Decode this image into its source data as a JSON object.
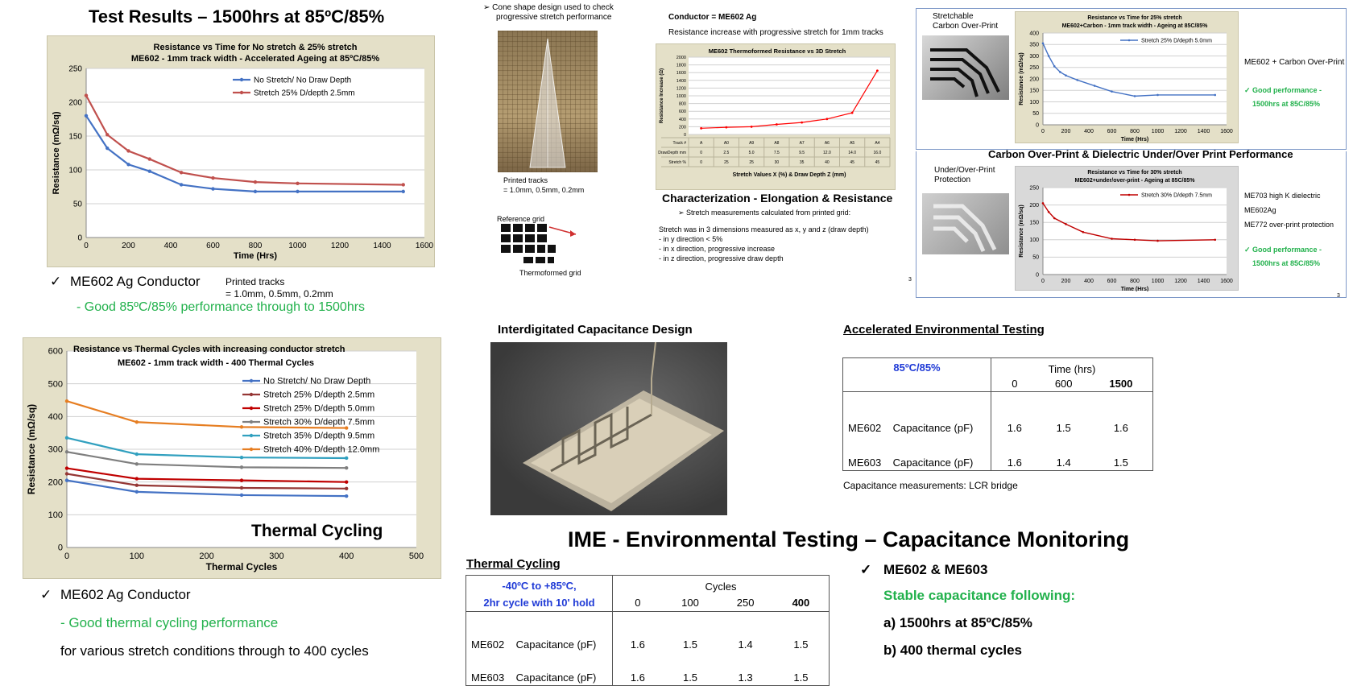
{
  "main_title": "Test Results – 1500hrs at 85ºC/85%",
  "chart_data": [
    {
      "type": "line",
      "title": "Resistance vs Time for No stretch & 25% stretch",
      "subtitle": "ME602 - 1mm track width - Accelerated Ageing at 85ºC/85%",
      "xlabel": "Time (Hrs)",
      "ylabel": "Resistance (mΩ/sq)",
      "xlim": [
        0,
        1600
      ],
      "ylim": [
        0,
        250
      ],
      "xticks": [
        0,
        200,
        400,
        600,
        800,
        1000,
        1200,
        1400,
        1600
      ],
      "yticks": [
        0,
        50,
        100,
        150,
        200,
        250
      ],
      "grid": "horizontal",
      "legend_position": "top-right",
      "series": [
        {
          "name": "No Stretch/ No Draw Depth",
          "color": "#4472c4",
          "x": [
            0,
            100,
            200,
            300,
            450,
            600,
            800,
            1000,
            1500
          ],
          "y": [
            180,
            132,
            108,
            98,
            78,
            72,
            68,
            68,
            68
          ]
        },
        {
          "name": "Stretch 25% D/depth 2.5mm",
          "color": "#c0504d",
          "x": [
            0,
            100,
            200,
            300,
            450,
            600,
            800,
            1000,
            1500
          ],
          "y": [
            210,
            152,
            128,
            116,
            96,
            88,
            82,
            80,
            78
          ]
        }
      ]
    },
    {
      "type": "line",
      "title": "Resistance vs Thermal Cycles with increasing conductor stretch",
      "subtitle": "ME602 - 1mm track width - 400 Thermal Cycles",
      "xlabel": "Thermal Cycles",
      "ylabel": "Resistance (mΩ/sq)",
      "annotation": "Thermal Cycling",
      "xlim": [
        0,
        500
      ],
      "ylim": [
        0,
        600
      ],
      "xticks": [
        0,
        100,
        200,
        300,
        400,
        500
      ],
      "yticks": [
        0,
        100,
        200,
        300,
        400,
        500,
        600
      ],
      "grid": "horizontal",
      "legend_position": "top-right",
      "series": [
        {
          "name": "No Stretch/ No Draw Depth",
          "color": "#4472c4",
          "x": [
            0,
            100,
            250,
            400
          ],
          "y": [
            205,
            170,
            160,
            157
          ]
        },
        {
          "name": "Stretch 25% D/depth 2.5mm",
          "color": "#953735",
          "x": [
            0,
            100,
            250,
            400
          ],
          "y": [
            225,
            190,
            182,
            180
          ]
        },
        {
          "name": "Stretch 25% D/depth 5.0mm",
          "color": "#c00000",
          "x": [
            0,
            100,
            250,
            400
          ],
          "y": [
            242,
            210,
            205,
            200
          ]
        },
        {
          "name": "Stretch 30% D/depth 7.5mm",
          "color": "#7f7f7f",
          "x": [
            0,
            100,
            250,
            400
          ],
          "y": [
            292,
            255,
            245,
            243
          ]
        },
        {
          "name": "Stretch 35% D/depth 9.5mm",
          "color": "#31a0bf",
          "x": [
            0,
            100,
            250,
            400
          ],
          "y": [
            335,
            285,
            275,
            273
          ]
        },
        {
          "name": "Stretch 40% D/depth 12.0mm",
          "color": "#e67e22",
          "x": [
            0,
            100,
            250,
            400
          ],
          "y": [
            447,
            383,
            368,
            365
          ]
        }
      ]
    },
    {
      "type": "line",
      "title": "ME602 Thermoformed Resistance vs 3D Stretch",
      "xlabel": "Stretch Values X (%) & Draw Depth Z (mm)",
      "ylabel": "Resistance Increase (Ω)",
      "ylim": [
        0,
        2000
      ],
      "yticks": [
        0,
        200,
        400,
        600,
        800,
        1000,
        1200,
        1400,
        1600,
        1800,
        2000
      ],
      "categories": [
        "A",
        "A0",
        "A9",
        "A8",
        "A7",
        "A6",
        "A5",
        "A4"
      ],
      "table_rows": [
        {
          "label": "Track #",
          "values": [
            "A",
            "A0",
            "A9",
            "A8",
            "A7",
            "A6",
            "A5",
            "A4"
          ]
        },
        {
          "label": "DrawDepth mm",
          "values": [
            "0",
            "2.5",
            "5.0",
            "7.5",
            "9.5",
            "12.0",
            "14.0",
            "16.0"
          ]
        },
        {
          "label": "Stretch %",
          "values": [
            "0",
            "25",
            "25",
            "30",
            "35",
            "40",
            "45",
            "45"
          ]
        }
      ],
      "series": [
        {
          "color": "#ff0000",
          "values": [
            160,
            185,
            200,
            260,
            310,
            400,
            560,
            1650
          ]
        }
      ]
    },
    {
      "type": "line",
      "title": "Resistance vs Time for 25% stretch",
      "subtitle": "ME602+Carbon - 1mm track width - Ageing at 85C/85%",
      "xlabel": "Time (Hrs)",
      "ylabel": "Resistance (mΩ/sq)",
      "xlim": [
        0,
        1600
      ],
      "ylim": [
        0,
        400
      ],
      "xticks": [
        0,
        200,
        400,
        600,
        800,
        1000,
        1200,
        1400,
        1600
      ],
      "yticks": [
        0,
        50,
        100,
        150,
        200,
        250,
        300,
        350,
        400
      ],
      "series": [
        {
          "name": "Stretch 25% D/depth 5.0mm",
          "color": "#4472c4",
          "x": [
            0,
            50,
            100,
            150,
            200,
            300,
            450,
            600,
            800,
            1000,
            1500
          ],
          "y": [
            355,
            300,
            255,
            230,
            215,
            195,
            170,
            145,
            125,
            130,
            130
          ]
        }
      ]
    },
    {
      "type": "line",
      "title": "Resistance vs Time for 30% stretch",
      "subtitle": "ME602+under/over-print - Ageing at 85C/85%",
      "xlabel": "Time (Hrs)",
      "ylabel": "Resistance (mΩ/sq)",
      "xlim": [
        0,
        1600
      ],
      "ylim": [
        0,
        250
      ],
      "xticks": [
        0,
        200,
        400,
        600,
        800,
        1000,
        1200,
        1400,
        1600
      ],
      "yticks": [
        0,
        50,
        100,
        150,
        200,
        250
      ],
      "series": [
        {
          "name": "Stretch 30% D/depth 7.5mm",
          "color": "#c00000",
          "x": [
            0,
            50,
            100,
            200,
            350,
            600,
            800,
            1000,
            1500
          ],
          "y": [
            205,
            180,
            162,
            145,
            122,
            103,
            100,
            97,
            100
          ]
        }
      ]
    }
  ],
  "left": {
    "check1": {
      "mark": "✓",
      "label": "ME602 Ag Conductor",
      "sub": "- Good 85ºC/85% performance through to 1500hrs"
    },
    "check2": {
      "mark": "✓",
      "label": "ME602 Ag Conductor",
      "sub": "- Good thermal cycling performance",
      "sub2": "for various stretch conditions through to 400 cycles"
    },
    "printed_tracks": [
      "Printed tracks",
      "= 1.0mm, 0.5mm, 0.2mm"
    ]
  },
  "mid_top": {
    "cone_note": [
      "➢  Cone shape design used to check",
      "progressive stretch performance"
    ],
    "printed_tracks": [
      "Printed tracks",
      "= 1.0mm, 0.5mm, 0.2mm"
    ],
    "ref_grid": "Reference grid",
    "thermoformed_grid": "Thermoformed grid",
    "conductor": "Conductor = ME602 Ag",
    "res_increase": "Resistance increase with progressive stretch for 1mm  tracks",
    "char_title": "Characterization - Elongation & Resistance",
    "char_bullet": "➢  Stretch measurements calculated from printed grid:",
    "char_lines": [
      "Stretch was in 3 dimensions measured as x, y and z (draw  depth)",
      "- in y direction < 5%",
      "- in x direction, progressive increase",
      "- in z direction, progressive draw depth"
    ],
    "page_num": "3"
  },
  "right_top": {
    "stretch_label": [
      "Stretchable",
      "Carbon Over-Print"
    ],
    "carbon_label": "ME602 + Carbon Over-Print",
    "good1": [
      "✓ Good performance -",
      "1500hrs at 85C/85%"
    ],
    "section_title": "Carbon Over-Print & Dielectric Under/Over Print Performance",
    "under_label": [
      "Under/Over-Print",
      "Protection"
    ],
    "materials": [
      "ME703 high K dielectric",
      "ME602Ag",
      "ME772 over-print protection"
    ],
    "good2": [
      "✓ Good performance -",
      "1500hrs at 85C/85%"
    ],
    "page_num": "3"
  },
  "idc": {
    "title": "Interdigitated  Capacitance Design"
  },
  "accel": {
    "title": "Accelerated Environmental Testing",
    "condition": "85ºC/85%",
    "time_label": "Time (hrs)",
    "cols": [
      "0",
      "600",
      "1500"
    ],
    "rows": [
      {
        "label": "ME602    Capacitance (pF)",
        "values": [
          "1.6",
          "1.5",
          "1.6"
        ]
      },
      {
        "label": "ME603    Capacitance (pF)",
        "values": [
          "1.6",
          "1.4",
          "1.5"
        ]
      }
    ],
    "note": "Capacitance measurements: LCR bridge"
  },
  "ime_title": "IME - Environmental Testing – Capacitance Monitoring",
  "thermal": {
    "title": "Thermal Cycling",
    "condition": [
      "-40ºC to +85ºC,",
      "2hr cycle with 10' hold"
    ],
    "cycles_label": "Cycles",
    "cols": [
      "0",
      "100",
      "250",
      "400"
    ],
    "rows": [
      {
        "label": "ME602    Capacitance (pF)",
        "values": [
          "1.6",
          "1.5",
          "1.4",
          "1.5"
        ]
      },
      {
        "label": "ME603    Capacitance (pF)",
        "values": [
          "1.6",
          "1.5",
          "1.3",
          "1.5"
        ]
      }
    ]
  },
  "summary": {
    "mark": "✓",
    "head": "ME602 & ME603",
    "stable": "Stable capacitance following:",
    "a": "a) 1500hrs at 85ºC/85%",
    "b": "b) 400 thermal cycles"
  },
  "colors": {
    "green": "#22b14c",
    "blue": "#1f3ad6",
    "panel_tan": "#e4e0c8",
    "panel_grey": "#d9d9d9"
  }
}
